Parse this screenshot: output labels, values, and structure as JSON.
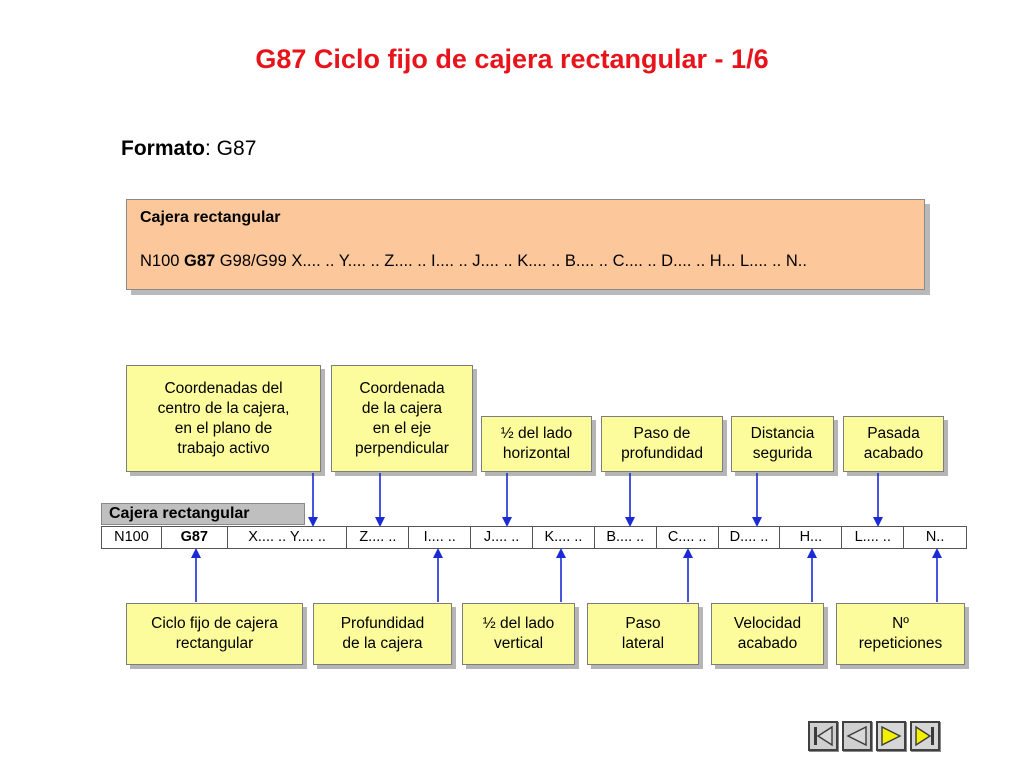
{
  "title": "G87 Ciclo fijo de cajera rectangular - 1/6",
  "formato": {
    "label": "Formato",
    "sep": ":",
    "value": " G87"
  },
  "format_box": {
    "heading": "Cajera rectangular",
    "line_prefix": "N100 ",
    "line_bold": "G87",
    "line_rest": " G98/G99 X.... .. Y.... .. Z.... .. I.... .. J.... .. K.... .. B.... .. C.... .. D.... .. H... L.... .. N.."
  },
  "top_labels": [
    "Coordenadas del\ncentro de la cajera,\nen el plano de\ntrabajo activo",
    "Coordenada\nde la cajera\nen el eje\nperpendicular",
    "½ del lado\nhorizontal",
    "Paso de\nprofundidad",
    "Distancia\nsegurida",
    "Pasada\nacabado"
  ],
  "table": {
    "caption": "Cajera rectangular",
    "cells": [
      "N100",
      "G87",
      "X.... .. Y.... ..",
      "Z.... ..",
      "I.... ..",
      "J.... ..",
      "K.... ..",
      "B.... ..",
      "C.... ..",
      "D.... ..",
      "H...",
      "L.... ..",
      "N.."
    ]
  },
  "bottom_labels": [
    "Ciclo fijo de cajera\nrectangular",
    "Profundidad\nde la cajera",
    "½ del lado\nvertical",
    "Paso\nlateral",
    "Velocidad\nacabado",
    "Nº\nrepeticiones"
  ],
  "colors": {
    "title": "#e8141b",
    "format_box": "#fcc79b",
    "label_box": "#fcfc9c",
    "arrow": "#1a2bd6",
    "nav_play": "#f5f000"
  },
  "nav_icons": [
    "first-slide-icon",
    "previous-slide-icon",
    "next-slide-icon",
    "last-slide-icon"
  ]
}
